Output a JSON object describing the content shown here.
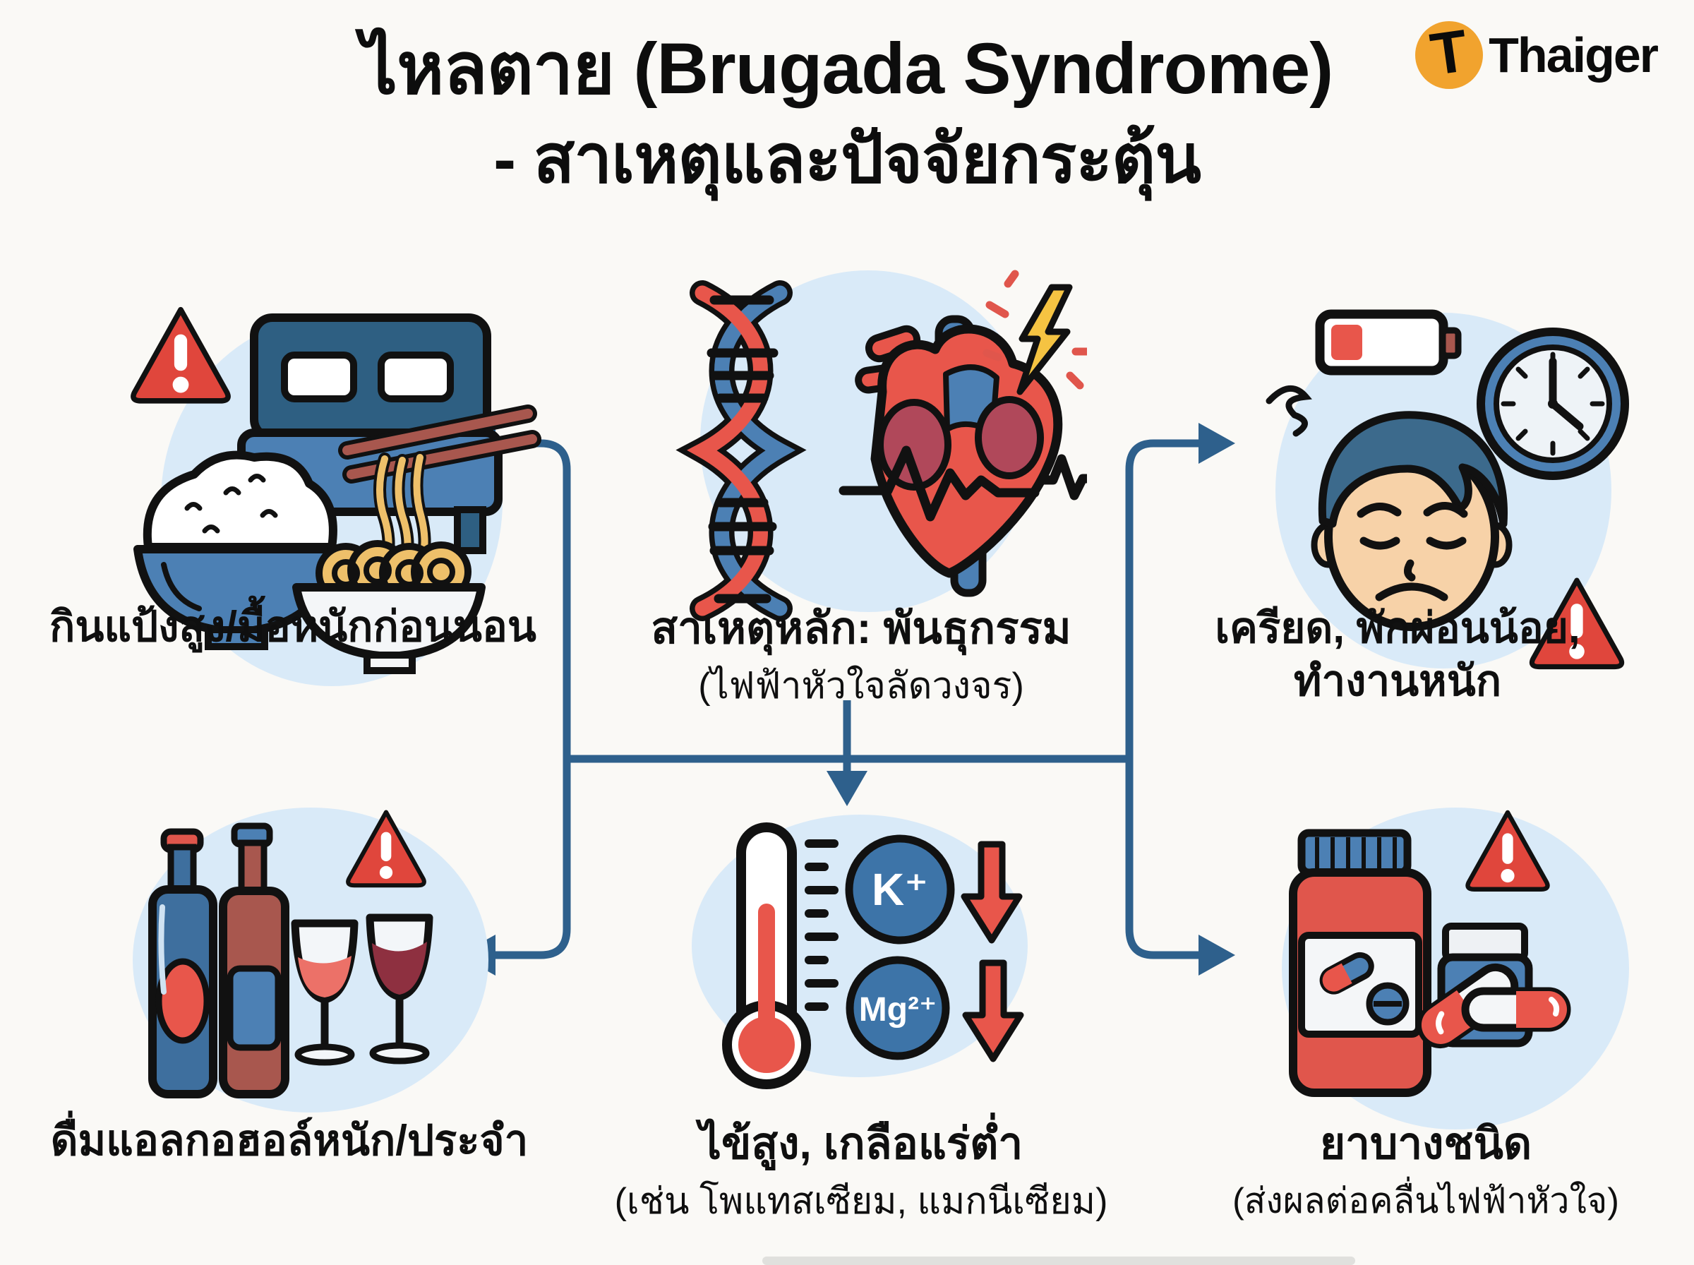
{
  "header": {
    "title_line1": "ไหลตาย (Brugada Syndrome)",
    "title_line2": "- สาเหตุและปัจจัยกระตุ้น",
    "logo": {
      "word": "Thaiger",
      "initial": "T"
    }
  },
  "nodes": {
    "center": {
      "label": "สาเหตุหลัก: พันธุกรรม",
      "sublabel": "(ไฟฟ้าหัวใจลัดวงจร)",
      "icons": [
        "dna-icon",
        "heart-icon",
        "lightning-icon"
      ]
    },
    "top_left": {
      "label": "กินแป้งสูง/มื้อหนักก่อนนอน",
      "icons": [
        "warning-icon",
        "bed-icon",
        "chopsticks-icon",
        "noodle-bowl-icon",
        "rice-bowl-icon"
      ]
    },
    "top_right": {
      "label_line1": "เครียด, พักผ่อนน้อย,",
      "label_line2": "ทำงานหนัก",
      "icons": [
        "battery-low-icon",
        "scribble-icon",
        "clock-icon",
        "tired-face-icon",
        "warning-icon"
      ]
    },
    "bottom_left": {
      "label": "ดื่มแอลกอฮอล์หนัก/ประจำ",
      "icons": [
        "warning-icon",
        "beer-bottle-icon",
        "wine-glass-icon"
      ]
    },
    "bottom_center": {
      "label": "ไข้สูง, เกลือแร่ต่ำ",
      "sublabel": "(เช่น โพแทสเซียม, แมกนีเซียม)",
      "ion_potassium": "K⁺",
      "ion_magnesium": "Mg²⁺",
      "icons": [
        "thermometer-icon",
        "potassium-ion-icon",
        "magnesium-ion-icon",
        "down-arrow-icon"
      ]
    },
    "bottom_right": {
      "label": "ยาบางชนิด",
      "sublabel": "(ส่งผลต่อคลื่นไฟฟ้าหัวใจ)",
      "icons": [
        "warning-icon",
        "pill-bottle-icon",
        "medicine-jar-icon",
        "capsule-icon"
      ]
    }
  },
  "colors": {
    "background": "#faf9f6",
    "connector_blue": "#2e608c",
    "bubble_blue": "#d9eaf8",
    "warning_red": "#e0463c",
    "accent_red": "#e8564b",
    "accent_blue": "#4c80b4",
    "dark_blue": "#2e5f82",
    "ion_blue": "#3d74a8",
    "bolt_yellow": "#f5c342",
    "logo_orange": "#f1a32e",
    "wine_light": "#ec7168",
    "wine_dark": "#8e3040",
    "text_black": "#111111"
  }
}
